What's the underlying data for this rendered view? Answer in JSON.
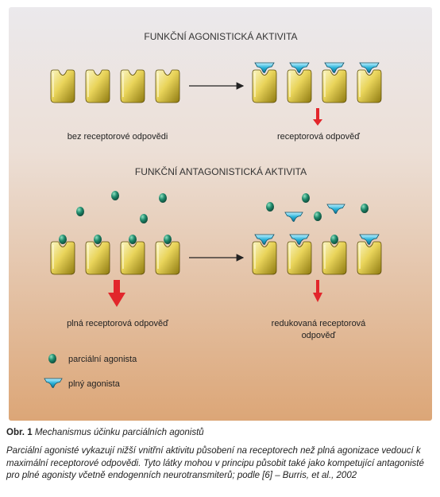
{
  "figure": {
    "section1_title": "FUNKČNÍ AGONISTICKÁ AKTIVITA",
    "label_no_response": "bez receptorové odpovědi",
    "label_response": "receptorová odpověď",
    "section2_title": "FUNKČNÍ ANTAGONISTICKÁ AKTIVITA",
    "label_full_response": "plná receptorová odpověď",
    "label_reduced_line1": "redukovaná receptorová",
    "label_reduced_line2": "odpověď",
    "legend_partial": "parciální agonista",
    "legend_full": "plný agonista",
    "colors": {
      "panel_top": "#ebe9ec",
      "panel_bottom": "#dca677",
      "receptor_light": "#fbf6c6",
      "receptor_dark": "#8e7a10",
      "partial_agonist": "#1f8a6c",
      "full_agonist": "#2ab3d9",
      "arrow_red": "#e2262b"
    }
  },
  "caption": {
    "label": "Obr. 1",
    "title": "Mechanismus účinku parciálních agonistů",
    "text": "Parciální agonisté vykazují nižší vnitřní aktivitu působení na receptorech než plná agonizace vedoucí k maximální receptorové odpovědi. Tyto látky mohou v principu působit také jako kompetující antagonisté pro plné agonisty včetně endogenních neurotransmiterů; podle [6] – Burris, et al., 2002"
  }
}
